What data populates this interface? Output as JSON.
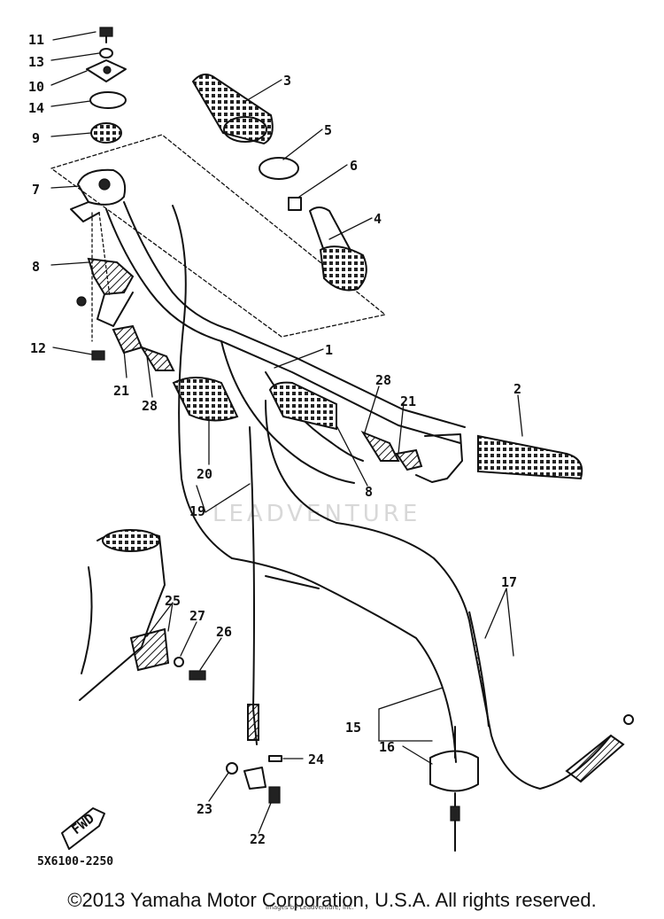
{
  "diagram": {
    "callouts": [
      "11",
      "13",
      "10",
      "14",
      "9",
      "7",
      "8",
      "12",
      "21",
      "28",
      "3",
      "5",
      "6",
      "4",
      "1",
      "28",
      "21",
      "2",
      "20",
      "19",
      "8",
      "17",
      "25",
      "27",
      "26",
      "15",
      "16",
      "24",
      "23",
      "22"
    ],
    "fwd_label": "FWD",
    "code": "5X6100-2250",
    "watermark": "LEADVENTURE"
  },
  "footer": {
    "copyright": "©2013 Yamaha Motor Corporation, U.S.A. All rights reserved.",
    "sub": "Images by Leadventure, Inc."
  }
}
